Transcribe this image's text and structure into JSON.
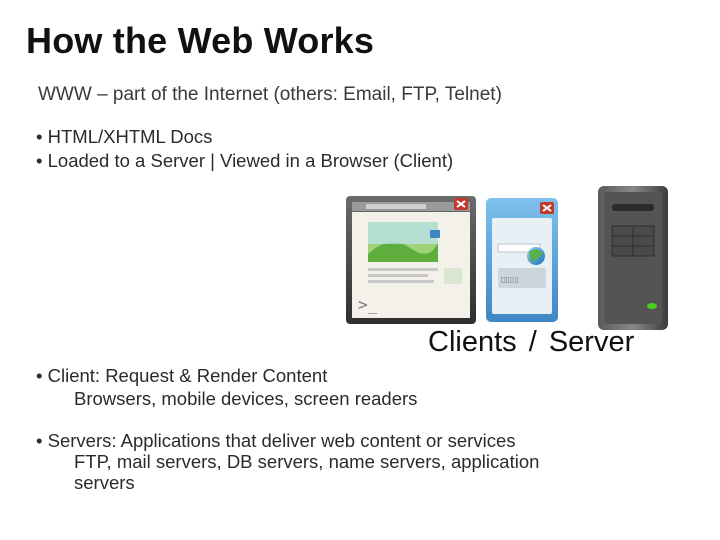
{
  "slide": {
    "title": "How the Web Works",
    "subtitle": "WWW – part of the Internet (others: Email, FTP, Telnet)",
    "bullets": [
      "• HTML/XHTML Docs",
      "• Loaded to a Server | Viewed in a Browser (Client)"
    ],
    "client": {
      "line1": "• Client: Request & Render Content",
      "line2": "Browsers, mobile devices, screen readers"
    },
    "servers": {
      "line1": "• Servers: Applications that deliver web content or services",
      "line2": "FTP, mail servers, DB servers, name servers, application",
      "line3": "servers"
    },
    "caption": "Clients / Server"
  },
  "illustration": {
    "icons": [
      "browser-window-icon",
      "login-window-icon",
      "globe-icon",
      "server-tower-icon",
      "terminal-prompt-icon",
      "close-icon"
    ],
    "terminal_prompt": ">_",
    "accent_colors": {
      "close_button": "#c0392b",
      "server_led": "#46d11e",
      "window_blue": "#5aa0d8",
      "server_body": "#4a4a4a"
    }
  }
}
